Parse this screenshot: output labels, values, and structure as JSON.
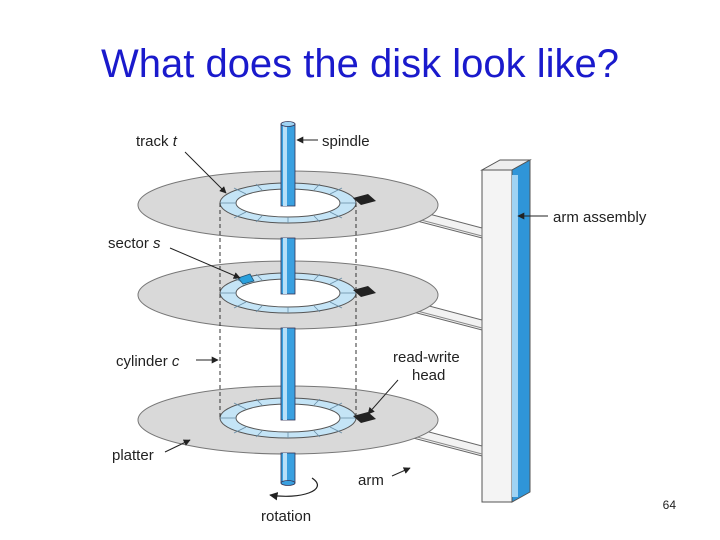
{
  "slide": {
    "title": "What does the disk look like?",
    "page_number": "64"
  },
  "diagram": {
    "labels": {
      "track": "track",
      "track_var": "t",
      "spindle": "spindle",
      "sector": "sector",
      "sector_var": "s",
      "arm_assembly": "arm assembly",
      "cylinder": "cylinder",
      "cylinder_var": "c",
      "read_write_line1": "read-write",
      "read_write_line2": "head",
      "platter": "platter",
      "arm": "arm",
      "rotation": "rotation"
    },
    "colors": {
      "platter": "#d9d9d9",
      "spindle": "#3aa0e0",
      "spindle_light": "#b8e0f8",
      "track_ring": "#c4e4f6",
      "sector_highlight": "#2aa0dc",
      "head": "#222222",
      "title": "#1a1acc"
    }
  }
}
